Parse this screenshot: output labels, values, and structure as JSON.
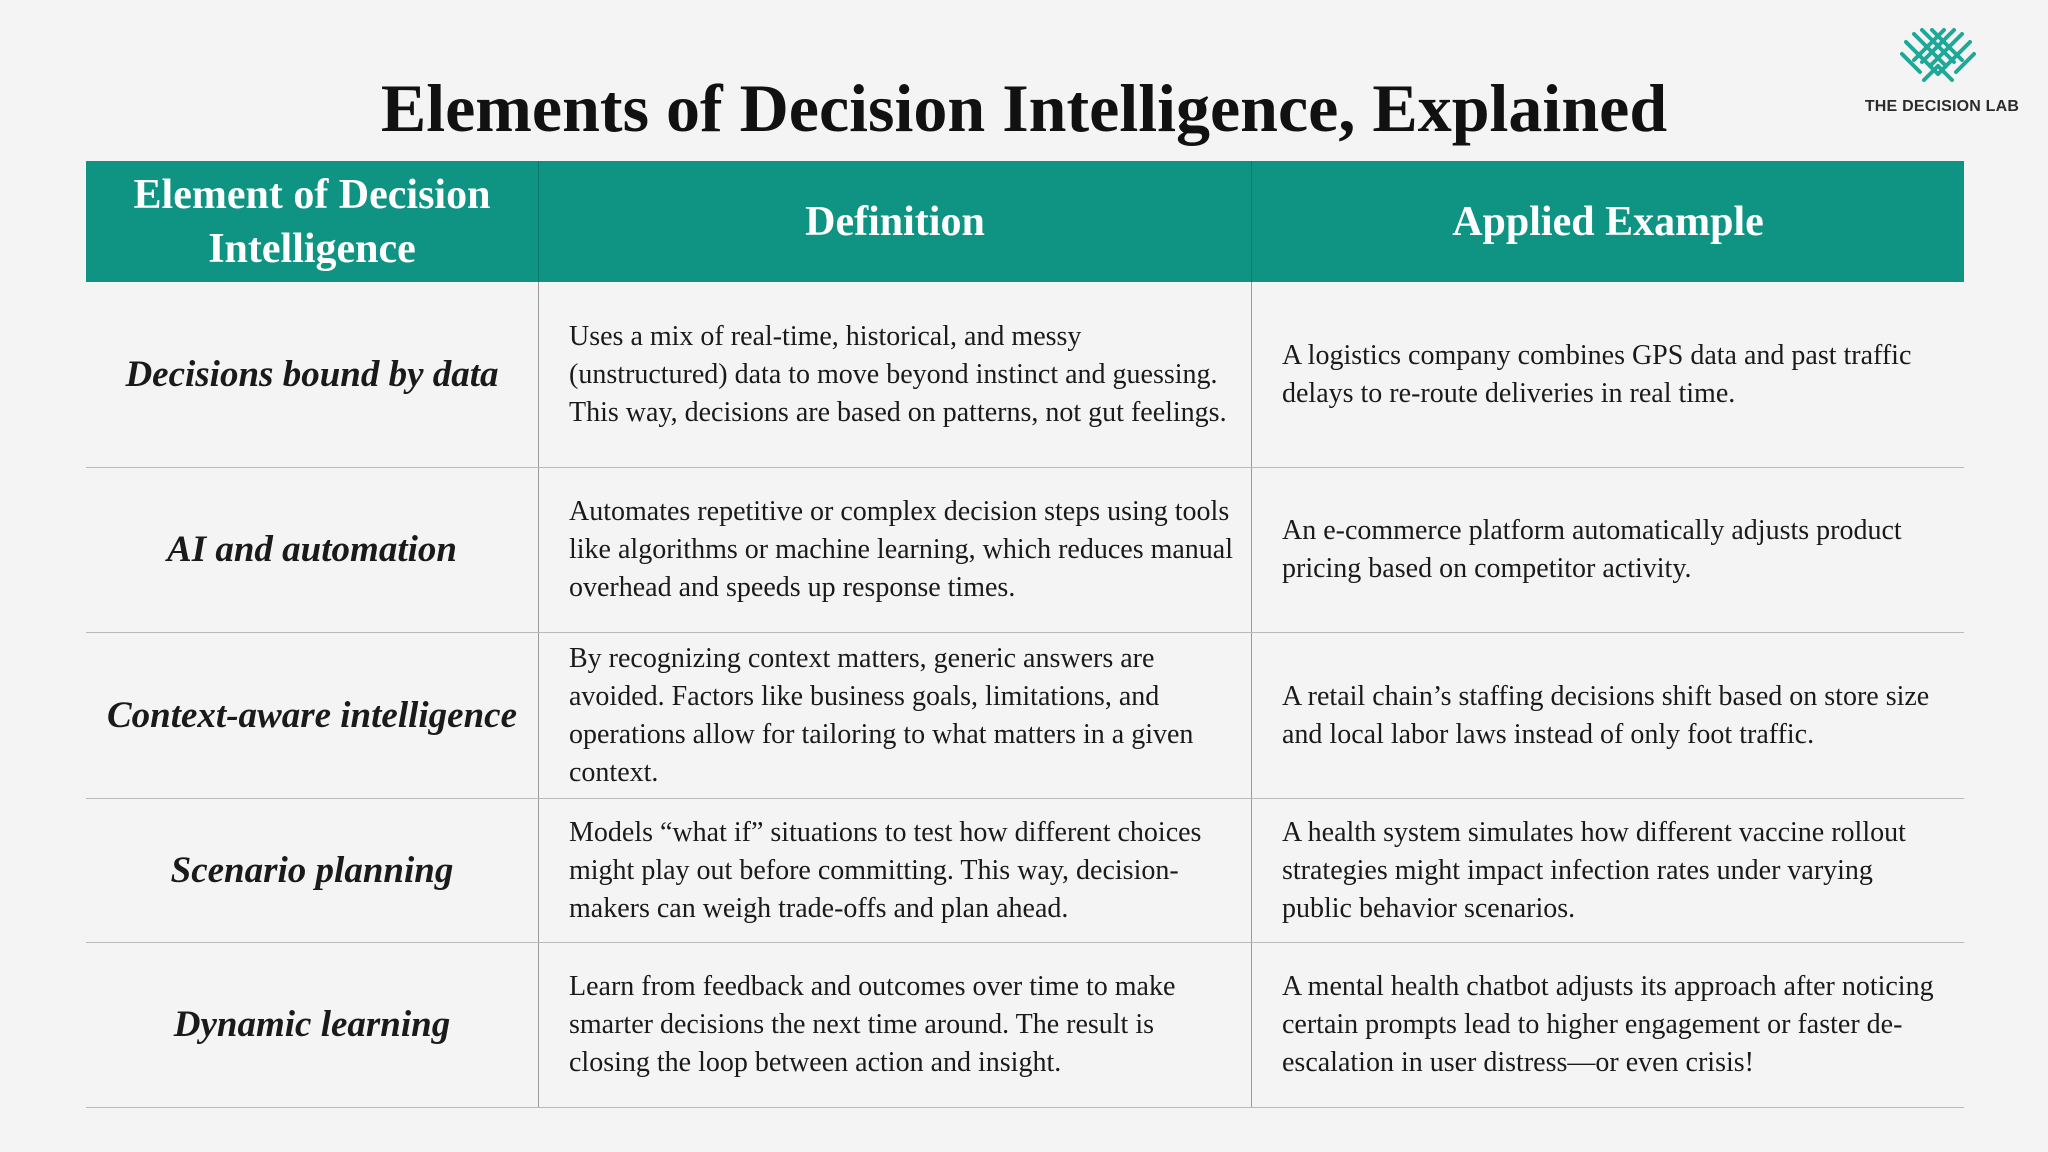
{
  "title": "Elements of Decision Intelligence, Explained",
  "brand": {
    "name": "THE DECISION LAB",
    "logo_icon": "decision-lab-logo-icon",
    "accent_color": "#1ea898"
  },
  "table": {
    "header_color": "#0f9484",
    "headers": {
      "element": "Element of Decision Intelligence",
      "definition": "Definition",
      "example": "Applied Example"
    },
    "rows": [
      {
        "element": "Decisions bound by data",
        "definition": "Uses a mix of real-time, historical, and messy (unstructured) data to move beyond instinct and guessing. This way, decisions are based on patterns, not gut feelings.",
        "example": "A logistics company combines GPS data and past traffic delays to re-route deliveries in real time."
      },
      {
        "element": "AI and automation",
        "definition": "Automates repetitive or complex decision steps using tools like algorithms or machine learning, which reduces manual overhead and speeds up response times.",
        "example": "An e-commerce platform automatically adjusts product pricing based on competitor activity."
      },
      {
        "element": "Context-aware intelligence",
        "definition": "By recognizing context matters, generic answers are avoided. Factors like business goals, limitations, and operations allow for tailoring to what matters in a given context.",
        "example": "A retail chain’s staffing decisions shift based on store size and local labor laws instead of only foot traffic."
      },
      {
        "element": "Scenario planning",
        "definition": "Models “what if” situations to test how different choices might play out before committing. This way, decision-makers can weigh trade-offs and plan ahead.",
        "example": "A health system simulates how different vaccine rollout strategies might impact infection rates under varying public behavior scenarios."
      },
      {
        "element": "Dynamic learning",
        "definition": "Learn from feedback and outcomes over time to make smarter decisions the next time around. The result is closing the loop between action and insight.",
        "example": "A mental health chatbot adjusts its approach after noticing certain prompts lead to higher engagement or faster de-escalation in user distress—or even crisis!"
      }
    ]
  }
}
